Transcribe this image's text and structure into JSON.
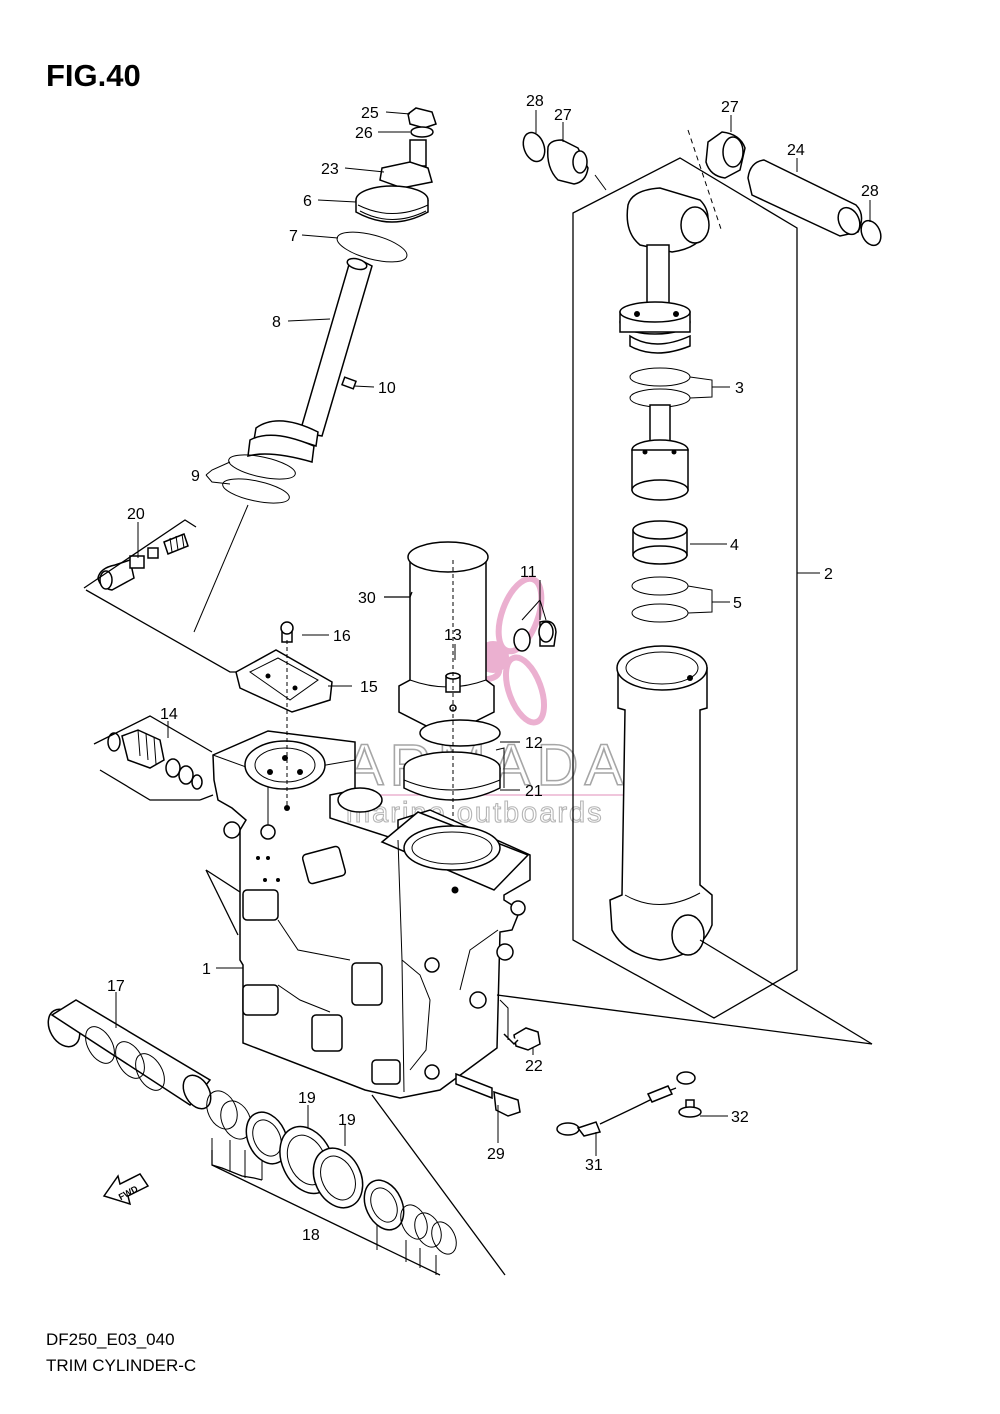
{
  "figure": {
    "title": "FIG.40",
    "model_code": "DF250_E03_040",
    "diagram_name": "TRIM CYLINDER-C"
  },
  "watermark": {
    "brand": "ARMADA",
    "tagline": "marine outboards",
    "accent_color": "#e8a3c8"
  },
  "direction_marker": "FWD",
  "callouts": {
    "p1": "1",
    "p2": "2",
    "p3": "3",
    "p4": "4",
    "p5": "5",
    "p6": "6",
    "p7": "7",
    "p8": "8",
    "p9": "9",
    "p10": "10",
    "p11": "11",
    "p12": "12",
    "p13": "13",
    "p14": "14",
    "p15": "15",
    "p16": "16",
    "p17": "17",
    "p18": "18",
    "p19a": "19",
    "p19b": "19",
    "p20": "20",
    "p21": "21",
    "p22": "22",
    "p23": "23",
    "p24": "24",
    "p25": "25",
    "p26": "26",
    "p27a": "27",
    "p27b": "27",
    "p28a": "28",
    "p28b": "28",
    "p29": "29",
    "p30": "30",
    "p31": "31",
    "p32": "32"
  }
}
